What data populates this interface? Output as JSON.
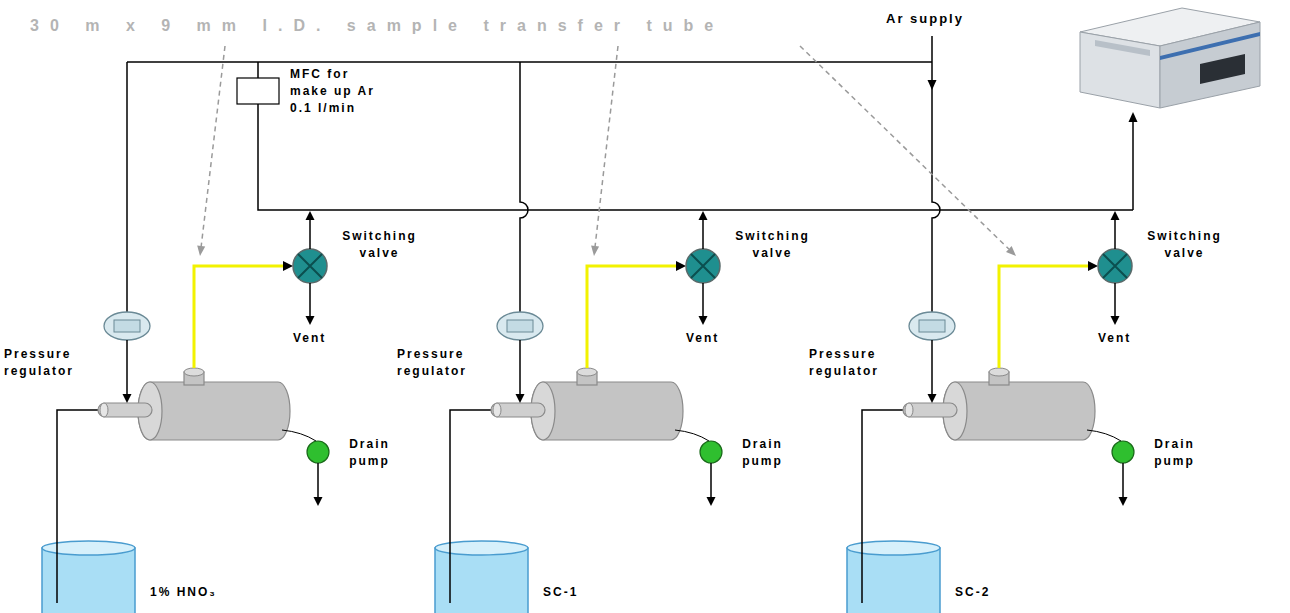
{
  "diagram": {
    "labels": [
      "30 m x 9 mm I.D. sample transfer tube",
      "Ar supply",
      "MFC for make up Ar 0.1 l/min",
      "Switching valve",
      "Switching valve",
      "Switching valve",
      "Pressure regulator",
      "Vent",
      "Pressure regulator",
      "Vent",
      "Pressure regulator",
      "Vent",
      "Drain pump",
      "Drain pump",
      "Drain pump",
      "1% HNO₃",
      "SC-1",
      "SC-2"
    ]
  }
}
